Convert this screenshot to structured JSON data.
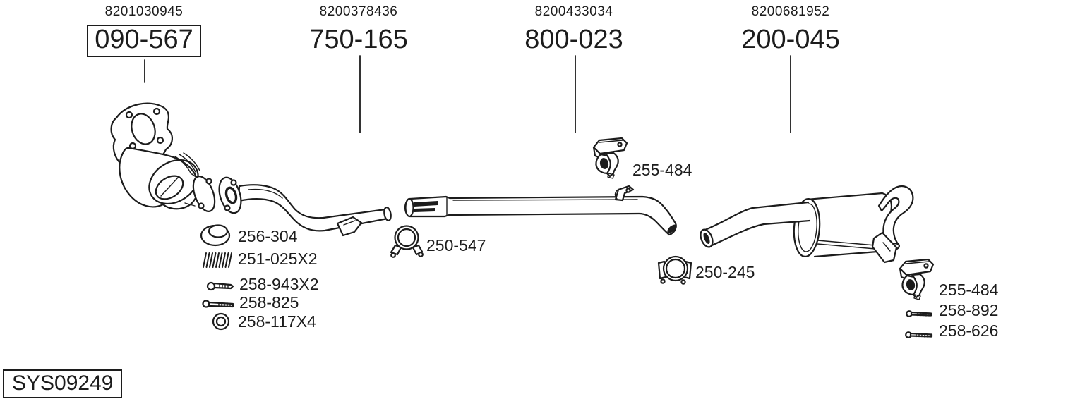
{
  "colors": {
    "ink": "#1c1c1c",
    "background": "#ffffff"
  },
  "system_id": "SYS09249",
  "sections": [
    {
      "oe_ref": "8201030945",
      "part_number": "090-567",
      "boxed": true
    },
    {
      "oe_ref": "8200378436",
      "part_number": "750-165",
      "boxed": false
    },
    {
      "oe_ref": "8200433034",
      "part_number": "800-023",
      "boxed": false
    },
    {
      "oe_ref": "8200681952",
      "part_number": "200-045",
      "boxed": false
    }
  ],
  "callouts": [
    {
      "icon": "gasket-ring-icon",
      "number": "256-304"
    },
    {
      "icon": "coil-spring-icon",
      "number": "251-025X2"
    },
    {
      "icon": "flange-bolt-icon",
      "number": "258-943X2"
    },
    {
      "icon": "bolt-icon",
      "number": "258-825"
    },
    {
      "icon": "washer-icon",
      "number": "258-117X4"
    },
    {
      "icon": "pipe-clamp-icon",
      "number": "250-547"
    },
    {
      "icon": "rubber-hanger-icon",
      "number": "255-484"
    },
    {
      "icon": "pipe-clamp-icon",
      "number": "250-245"
    },
    {
      "icon": "rubber-hanger-icon",
      "number": "255-484"
    },
    {
      "icon": "bolt-icon",
      "number": "258-892"
    },
    {
      "icon": "bolt-icon",
      "number": "258-626"
    }
  ]
}
